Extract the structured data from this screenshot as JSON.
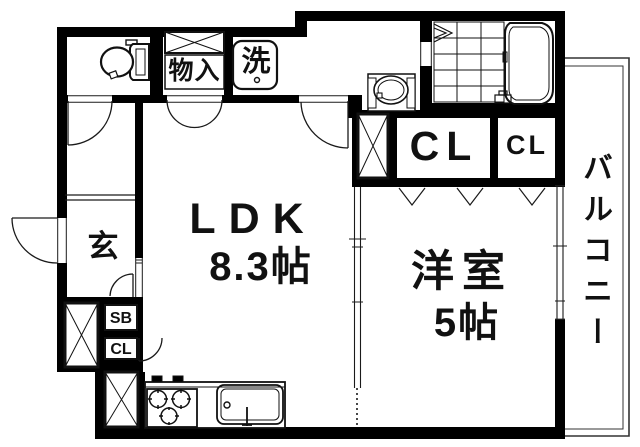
{
  "plan": {
    "type": "apartment-floor-plan",
    "rooms": {
      "ldk": {
        "name": "LDK",
        "size": "8.3帖"
      },
      "western_room": {
        "name": "洋室",
        "size": "5帖"
      },
      "entrance": {
        "label": "玄"
      },
      "storage": {
        "label": "物入"
      },
      "laundry": {
        "label": "洗"
      },
      "balcony": {
        "label": "バルコニー"
      },
      "closet_main": {
        "label": "CL"
      },
      "closet_sub": {
        "label": "CL"
      },
      "shoebox": {
        "label": "SB"
      },
      "closet_hall": {
        "label": "CL"
      }
    },
    "colors": {
      "wall": "#000000",
      "background": "#ffffff",
      "line": "#1a1a1a"
    }
  }
}
